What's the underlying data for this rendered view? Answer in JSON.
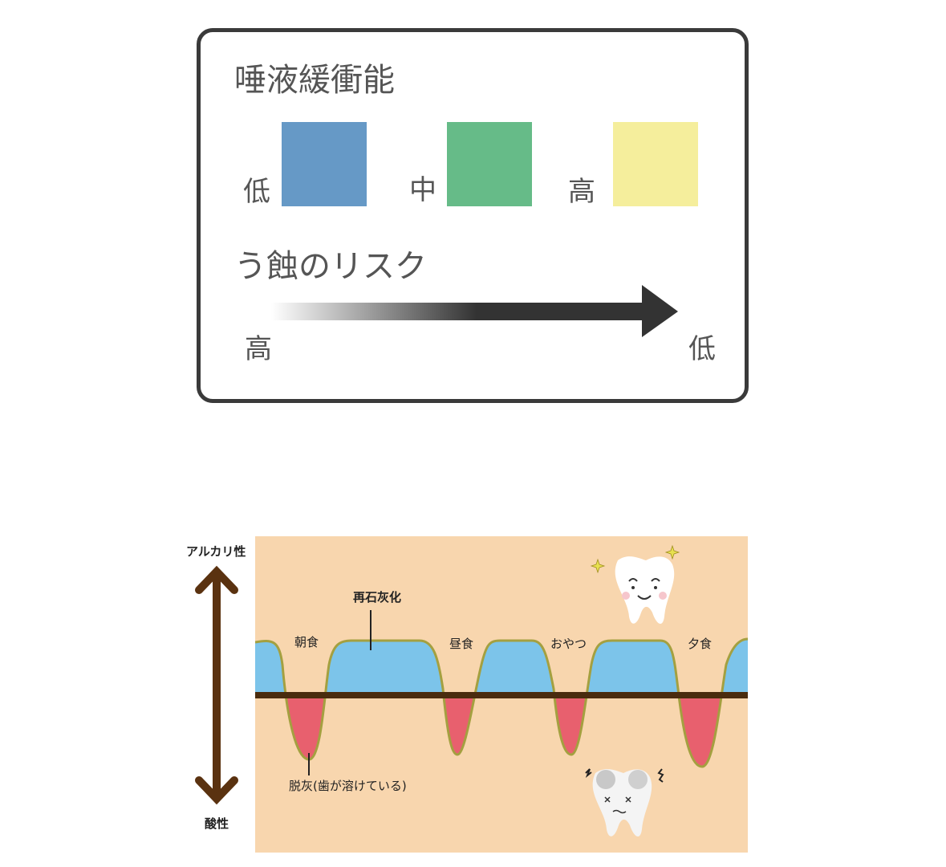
{
  "legend": {
    "title": "唾液緩衝能",
    "levels": [
      {
        "label": "低",
        "color": "#6699c6"
      },
      {
        "label": "中",
        "color": "#66bb88"
      },
      {
        "label": "高",
        "color": "#f5ee9c"
      }
    ],
    "risk_title": "う蝕のリスク",
    "risk_start": "高",
    "risk_end": "低"
  },
  "diagram": {
    "axis_top": "アルカリ性",
    "axis_bottom": "酸性",
    "remineralization": "再石灰化",
    "demineralization": "脱灰(歯が溶けている)",
    "meals": [
      "朝食",
      "昼食",
      "おやつ",
      "夕食"
    ],
    "colors": {
      "background": "#f8d6ae",
      "above": "#7cc4ea",
      "below": "#e8606e",
      "baseline": "#4a2c0e",
      "curve": "#a4a040"
    }
  }
}
